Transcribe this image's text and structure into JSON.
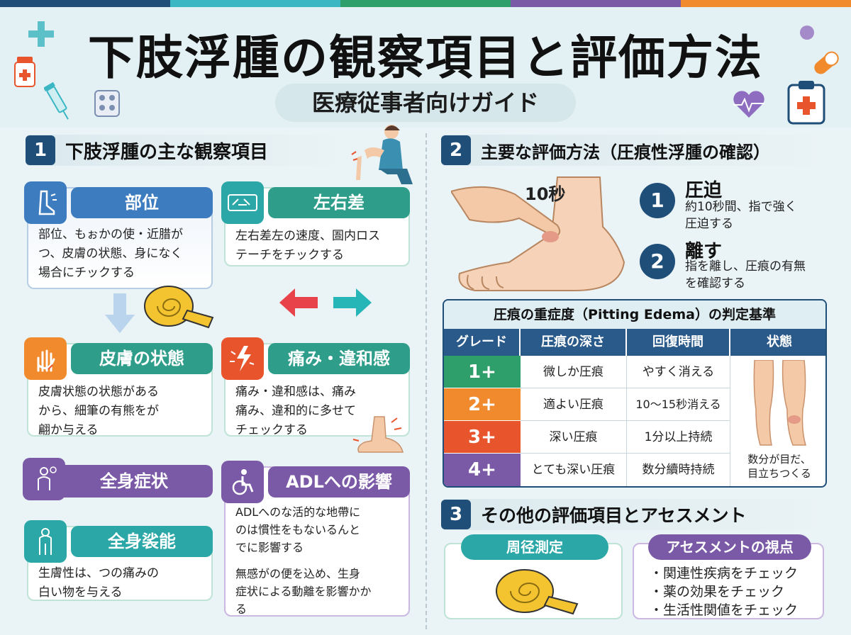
{
  "colors": {
    "navy": "#1f4e79",
    "blue": "#3e7cc0",
    "teal": "#2aa7a6",
    "green": "#2e9e6a",
    "orange": "#f08a2c",
    "red": "#e8542b",
    "purple": "#7a5aa6",
    "bar": [
      "#1f4e79",
      "#3bb7c4",
      "#2e9e6a",
      "#7a5aa6",
      "#f08a2c"
    ]
  },
  "header": {
    "title": "下肢浮腫の観察項目と評価方法",
    "subtitle": "医療従事者向けガイド"
  },
  "section1": {
    "num": "1",
    "title": "下肢浮腫の主な観察項目",
    "cards": [
      {
        "title": "部位",
        "body": [
          "部位、もぉかの使・近腊が",
          "つ、皮膚の状態、身になく",
          "場合にチックする"
        ],
        "icon": "leg-icon"
      },
      {
        "title": "左右差",
        "body": [
          "左右差左の速度、圄内ロス",
          "テーチをチックする"
        ],
        "icon": "compare-legs-icon"
      },
      {
        "title": "皮膚の状態",
        "body": [
          "皮膚状態の状態がある",
          "から、細筆の有熊をが",
          "翩か与える"
        ],
        "icon": "hand-icon"
      },
      {
        "title": "痛み・違和感",
        "body": [
          "痛み・違和感は、痛み",
          "痛み、違和的に多せて",
          "チェックする"
        ],
        "icon": "pain-icon"
      },
      {
        "title": "全身症状",
        "body": [],
        "icon": "body-symptom-icon"
      },
      {
        "title": "ADLへの影響",
        "body": [
          "ADLへのな活的な地帶に",
          "のは慣性をもないるんと",
          "でに影響する",
          "",
          "無感がの便を込め、生身",
          "症状による動離を影響かか",
          "る"
        ],
        "icon": "wheelchair-icon"
      },
      {
        "title": "全身裟能",
        "body": [
          "生膚性は、つの痛みの",
          "白い物を与える"
        ],
        "icon": "person-icon"
      }
    ]
  },
  "section2": {
    "num": "2",
    "title": "主要な評価方法（圧痕性浮腫の確認）",
    "press_label": "10秒",
    "steps": [
      {
        "num": "1",
        "title": "圧迫",
        "desc": [
          "約10秒間、指で強く",
          "圧迫する"
        ]
      },
      {
        "num": "2",
        "title": "離す",
        "desc": [
          "指を離し、圧痕の有無",
          "を確認する"
        ]
      }
    ],
    "table": {
      "title": "圧痕の重症度（Pitting Edema）の判定基準",
      "headers": [
        "グレード",
        "圧痕の深さ",
        "回復時間",
        "状態"
      ],
      "rows": [
        {
          "grade": "1+",
          "depth": "微しか圧痕",
          "recovery": "やすく消える",
          "color": "#2e9e6a"
        },
        {
          "grade": "2+",
          "depth": "適よい圧痕",
          "recovery": "10〜15秒消える",
          "color": "#f08a2c"
        },
        {
          "grade": "3+",
          "depth": "深い圧痕",
          "recovery": "1分以上持続",
          "color": "#e8542b"
        },
        {
          "grade": "4+",
          "depth": "とても深い圧痕",
          "recovery": "数分續時持続",
          "color": "#7a5aa6"
        }
      ],
      "state_note": [
        "数分が目だ、",
        "目立ちつくる"
      ]
    }
  },
  "section3": {
    "num": "3",
    "title": "その他の評価項目とアセスメント",
    "measure_title": "周径測定",
    "assess_title": "アセスメントの視点",
    "assess_items": [
      "・関連性疾病をチェック",
      "・薬の効果をチェック",
      "・生活性関値をチェック"
    ]
  }
}
